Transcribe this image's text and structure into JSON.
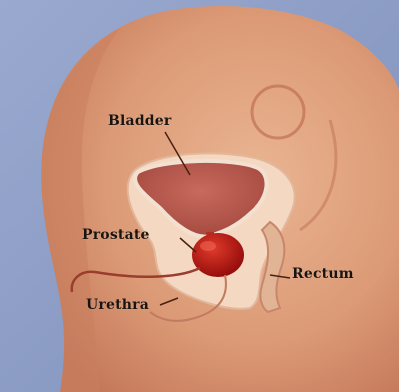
{
  "labels": {
    "bladder": "Bladder",
    "prostate": "Prostate",
    "rectum": "Rectum",
    "urethra": "Urethra"
  },
  "colors": {
    "background": "#8a9bc4",
    "skin": "#e0a07c",
    "skin_shadow": "#c47a5a",
    "tissue_light": "#f4d8c2",
    "bladder": "#b65046",
    "prostate": "#b01212",
    "leader_line": "#5a2a1a"
  }
}
